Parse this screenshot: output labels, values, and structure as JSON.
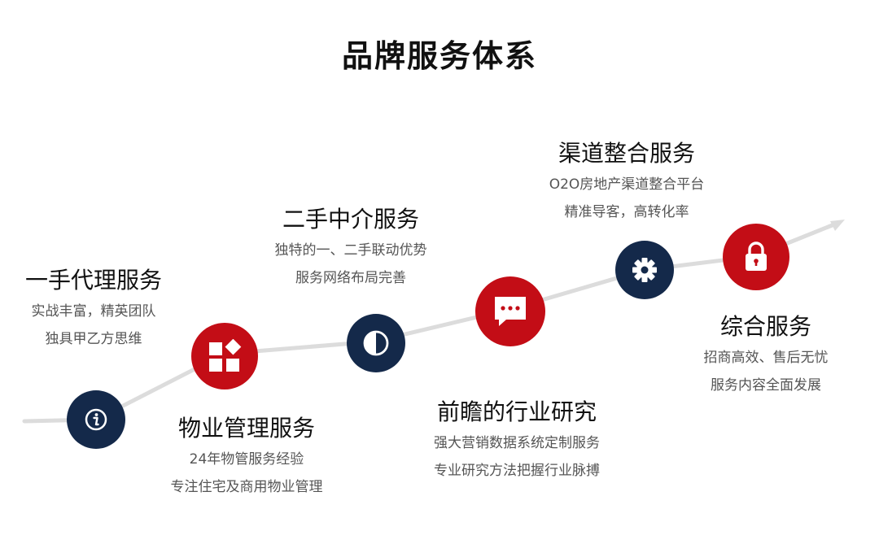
{
  "title": "品牌服务体系",
  "colors": {
    "navy": "#14294a",
    "red": "#c30d16",
    "line": "#dcdcdc"
  },
  "services": [
    {
      "title": "一手代理服务",
      "lines": [
        "实战丰富，精英团队",
        "独具甲乙方思维"
      ],
      "icon": "info-icon"
    },
    {
      "title": "物业管理服务",
      "lines": [
        "24年物管服务经验",
        "专注住宅及商用物业管理"
      ],
      "icon": "tiles-icon"
    },
    {
      "title": "二手中介服务",
      "lines": [
        "独特的一、二手联动优势",
        "服务网络布局完善"
      ],
      "icon": "half-circle-icon"
    },
    {
      "title": "前瞻的行业研究",
      "lines": [
        "强大营销数据系统定制服务",
        "专业研究方法把握行业脉搏"
      ],
      "icon": "chat-icon"
    },
    {
      "title": "渠道整合服务",
      "lines": [
        "O2O房地产渠道整合平台",
        "精准导客，高转化率"
      ],
      "icon": "gear-icon"
    },
    {
      "title": "综合服务",
      "lines": [
        "招商高效、售后无忧",
        "服务内容全面发展"
      ],
      "icon": "lock-icon"
    }
  ]
}
